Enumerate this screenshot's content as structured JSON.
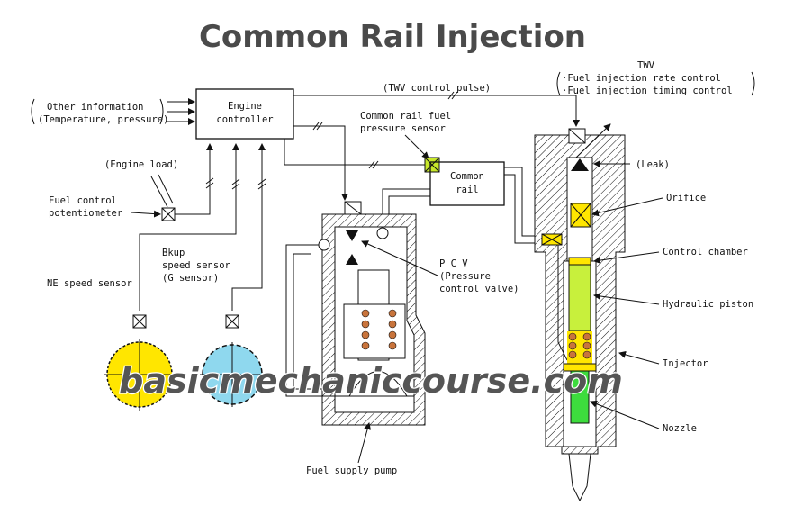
{
  "title": "Common Rail Injection",
  "watermark": "basicmechaniccourse.com",
  "labels": {
    "other_info_1": "Other information",
    "other_info_2": "(Temperature, pressure)",
    "engine_controller_1": "Engine",
    "engine_controller_2": "controller",
    "twv_pulse": "(TWV control pulse)",
    "twv": "TWV",
    "twv_rate": "·Fuel injection rate control",
    "twv_timing": "·Fuel injection timing control",
    "engine_load": "(Engine load)",
    "fuel_pot_1": "Fuel control",
    "fuel_pot_2": "potentiometer",
    "rail_sensor_1": "Common rail fuel",
    "rail_sensor_2": "pressure sensor",
    "common_rail_1": "Common",
    "common_rail_2": "rail",
    "leak": "(Leak)",
    "orifice": "Orifice",
    "control_chamber": "Control chamber",
    "hydraulic_piston": "Hydraulic piston",
    "injector": "Injector",
    "nozzle": "Nozzle",
    "pcv_1": "P C V",
    "pcv_2": "(Pressure",
    "pcv_3": "control valve)",
    "bkup_1": "Bkup",
    "bkup_2": "speed sensor",
    "bkup_3": "(G sensor)",
    "ne_sensor": "NE speed sensor",
    "fuel_pump": "Fuel supply pump"
  },
  "colors": {
    "yellow_fill": "#ffe600",
    "green_fill": "#c8f03c",
    "nozzle_green": "#3ddc3d",
    "rail_sensor_fill": "#c8e82a",
    "sensor_blue": "#8fd8ee",
    "coil_brown": "#c8743c"
  }
}
